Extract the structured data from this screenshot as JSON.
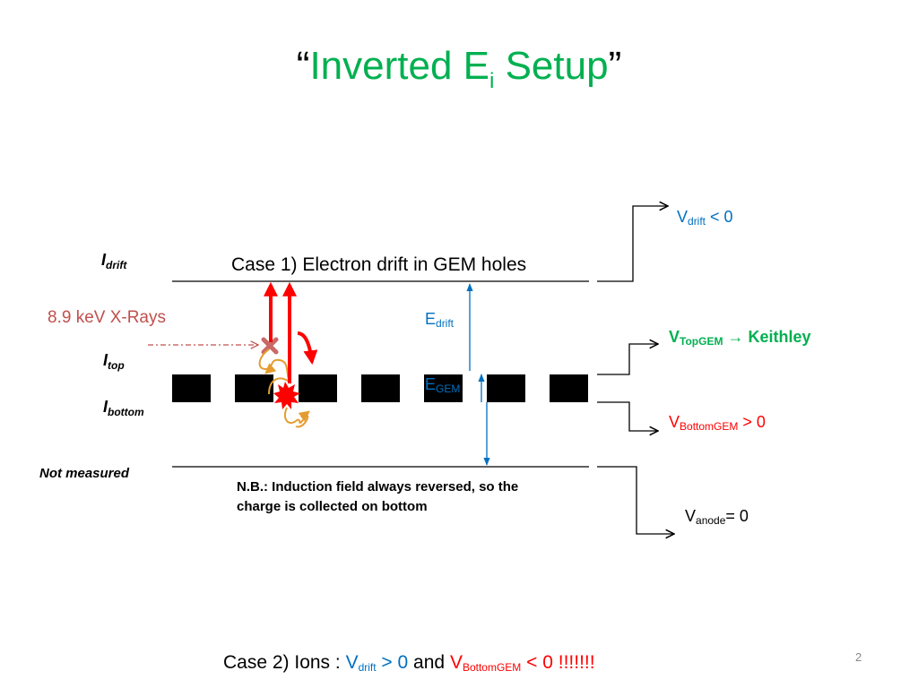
{
  "title": {
    "open_quote": "“",
    "main": "Inverted E",
    "sub": "i",
    "rest": " Setup",
    "close_quote": "”"
  },
  "labels": {
    "i_drift": {
      "main": "I",
      "sub": "drift"
    },
    "i_top": {
      "main": "I",
      "sub": "top"
    },
    "i_bottom": {
      "main": "I",
      "sub": "bottom"
    },
    "not_measured": "Not measured",
    "xrays": "8.9 keV X-Rays",
    "case1": "Case 1) Electron drift in GEM holes",
    "e_drift": {
      "main": "E",
      "sub": "drift"
    },
    "e_gem": {
      "main": "E",
      "sub": "GEM"
    },
    "nb_line1": "N.B.: Induction field always reversed, so the",
    "nb_line2": "charge is collected on bottom"
  },
  "voltages": {
    "drift": {
      "main": "V",
      "sub": "drift",
      "rest": "  < 0"
    },
    "topgem": {
      "main": "V",
      "sub": "TopGEM",
      "rest": " → Keithley"
    },
    "bottomgem": {
      "main": "V",
      "sub": "BottomGEM",
      "rest": " > 0"
    },
    "anode": {
      "main": "V",
      "sub": "anode",
      "rest": "= 0"
    }
  },
  "case2": {
    "prefix": "Case 2) Ions : ",
    "v1_main": "V",
    "v1_sub": "drift",
    "v1_rest": "  > 0",
    "and": " and ",
    "v2_main": "V",
    "v2_sub": "BottomGEM",
    "v2_rest": " < 0 !!!!!!!"
  },
  "page_number": "2",
  "colors": {
    "title": "#00b050",
    "blue": "#0070c0",
    "red": "#ff0000",
    "xray": "#c0504d",
    "green": "#00b050",
    "electron": "#ff0000",
    "track": "#e59b2e",
    "gem": "#000000"
  }
}
